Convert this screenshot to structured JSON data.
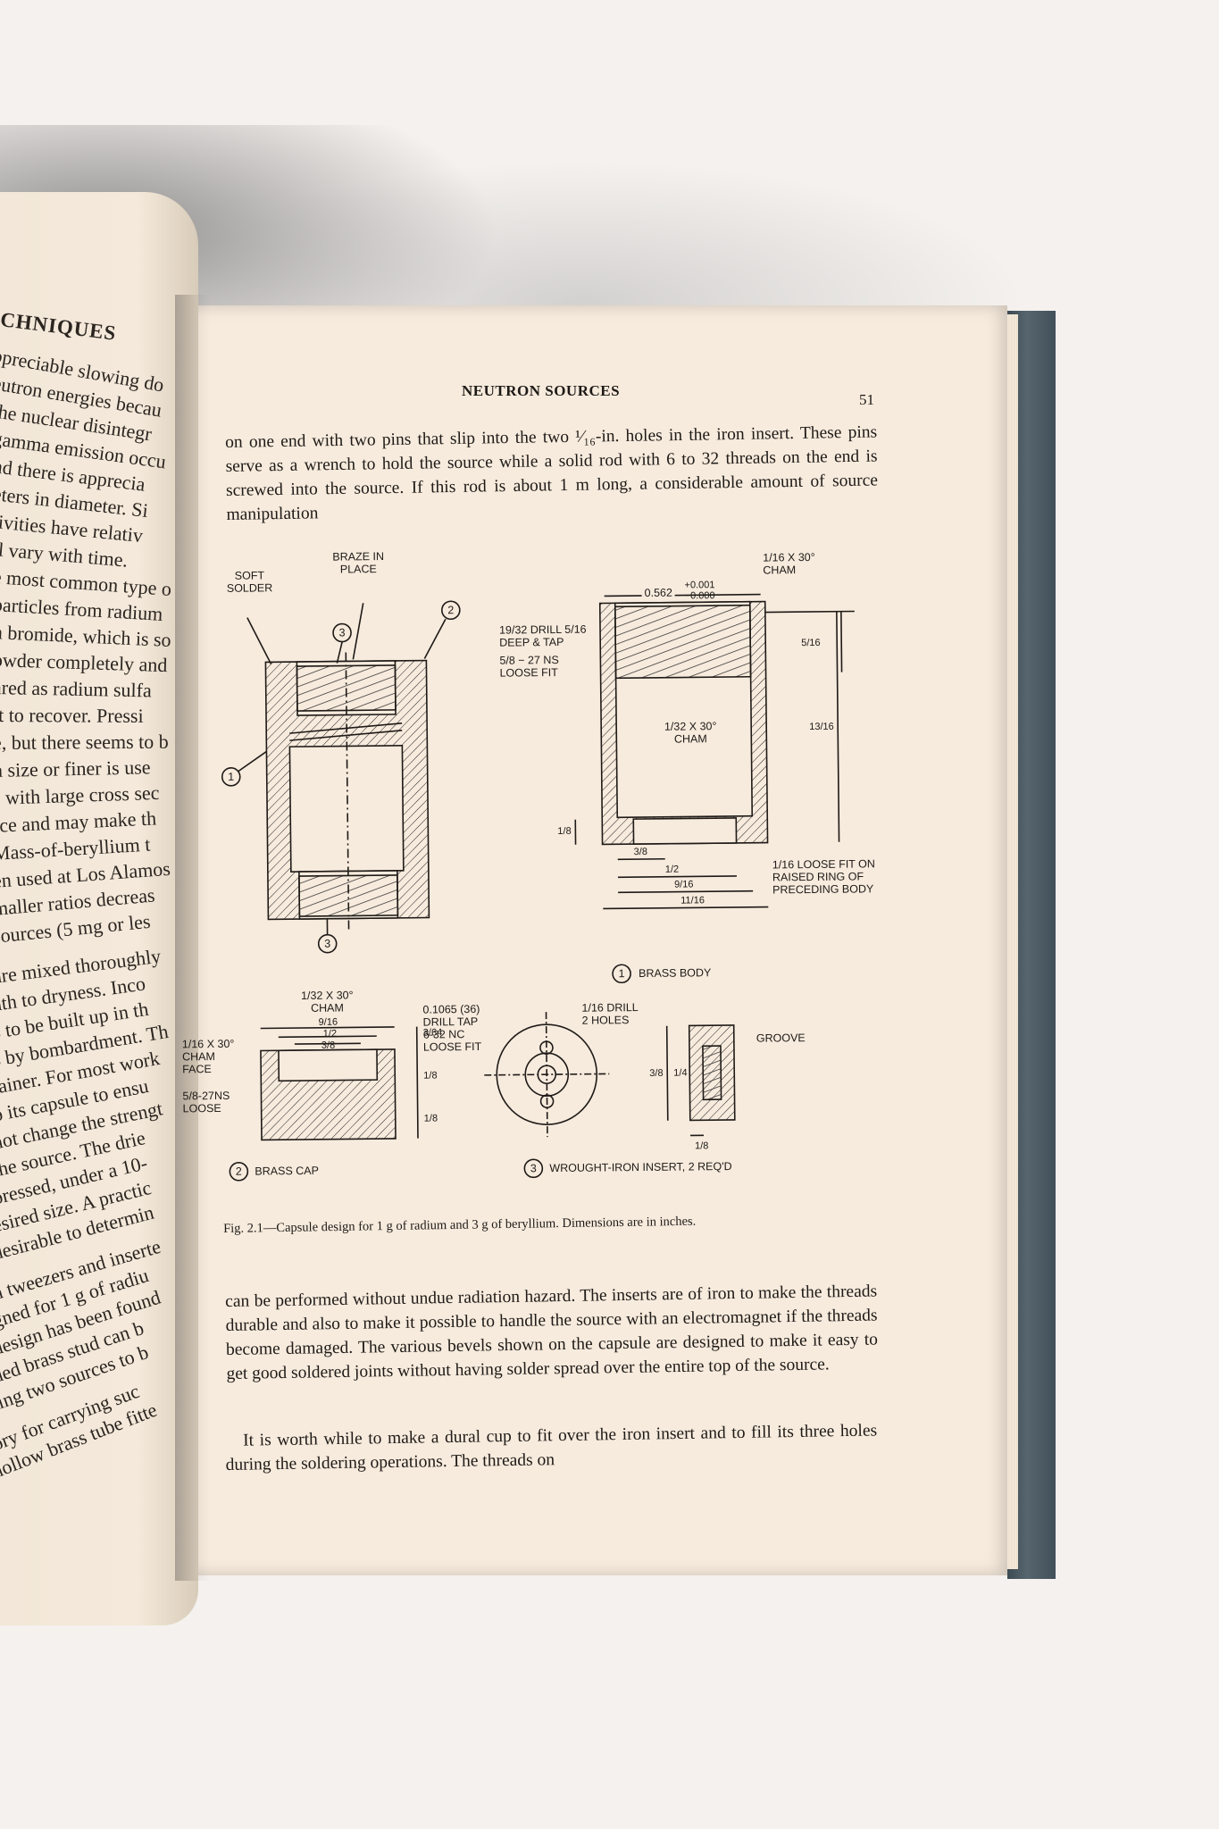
{
  "left_page": {
    "header": "CHNIQUES",
    "lines": [
      "ppreciable slowing do",
      "eutron energies becau",
      "the nuclear disintegr",
      "gamma emission occu",
      "nd there is apprecia",
      "eters in diameter. Si",
      "tivities have relativ",
      "ll vary with time.",
      "e most common type o",
      "particles from radium",
      "n bromide, which is so",
      "owder completely and",
      "ared as radium sulfa",
      "lt to recover. Pressi",
      "e, but there seems to b",
      "n size or finer is use",
      "s with large cross sec",
      "rce and may make th",
      "Mass-of-beryllium t",
      "en used at Los Alamos",
      "maller ratios decreas",
      "sources (5 mg or les",
      "",
      "are mixed thoroughly",
      "ath to dryness. Inco",
      "s to be built up in th",
      "s by bombardment. Th",
      "tainer. For most work",
      "o its capsule to ensu",
      "not change the strengt",
      "the source. The drie",
      "pressed, under a 10-",
      "esired size. A practic",
      "desirable to determin",
      "",
      "n tweezers and inserte",
      "gned for 1 g of radiu",
      "design has been found",
      "ded brass stud can b",
      "ting two sources to b",
      "",
      "ory for carrying suc",
      "hollow brass tube fitte"
    ]
  },
  "right_page": {
    "running_head": "NEUTRON SOURCES",
    "page_number": "51",
    "para_top": "on one end with two pins that slip into the two ¹⁄₁₆-in. holes in the iron insert. These pins serve as a wrench to hold the source while a solid rod with 6 to 32 threads on the end is screwed into the source. If this rod is about 1 m long, a considerable amount of source manipulation",
    "caption": "Fig. 2.1—Capsule design for 1 g of radium and 3 g of beryllium. Dimensions are in inches.",
    "para_bottom_1": "can be performed without undue radiation hazard. The inserts are of iron to make the threads durable and also to make it possible to handle the source with an electromagnet if the threads become damaged. The various bevels shown on the capsule are designed to make it easy to get good soldered joints without having solder spread over the entire top of the source.",
    "para_bottom_2": "It is worth while to make a dural cup to fit over the iron insert and to fill its three holes during the soldering operations. The threads on"
  },
  "figure": {
    "assembly": {
      "soft_solder": "SOFT\nSOLDER",
      "braze": "BRAZE IN\nPLACE",
      "callout_3_top": "3",
      "callout_2": "2",
      "callout_1": "1",
      "callout_3_bottom": "3"
    },
    "brass_body": {
      "dim_top": "0.562",
      "tol_plus": "+0.001",
      "tol_minus": "−0.000",
      "cham_top": "1/16 X 30°\nCHAM",
      "drill": "19/32 DRILL 5/16\nDEEP & TAP",
      "thread": "5/8 − 27 NS\nLOOSE FIT",
      "cham_inner": "1/32 X 30°\nCHAM",
      "dim_5_16": "5/16",
      "dim_13_16": "13/16",
      "dim_1_8": "1/8",
      "dim_3_8": "3/8",
      "dim_1_2": "1/2",
      "dim_9_16": "9/16",
      "dim_11_16": "11/16",
      "loose_fit": "1/16 LOOSE FIT ON\nRAISED RING OF\nPRECEDING BODY",
      "callout": "1",
      "title": "BRASS BODY"
    },
    "brass_cap": {
      "cham_top": "1/32 X 30°\nCHAM",
      "cham_face": "1/16 X 30°\nCHAM\nFACE",
      "thread": "5/8-27NS\nLOOSE",
      "dim_9_16": "9/16",
      "dim_1_2": "1/2",
      "dim_3_8": "3/8",
      "dim_3_64": "3/64",
      "dim_1_8_a": "1/8",
      "dim_1_8_b": "1/8",
      "callout": "2",
      "title": "BRASS CAP"
    },
    "insert": {
      "drill_tap": "0.1065 (36)\nDRILL TAP\n6-32 NC\nLOOSE FIT",
      "drill_holes": "1/16 DRILL\n2 HOLES",
      "groove": "GROOVE",
      "dim_3_8": "3/8",
      "dim_1_4": "1/4",
      "dim_1_8": "1/8",
      "callout": "3",
      "title": "WROUGHT-IRON INSERT, 2 REQ'D"
    }
  },
  "colors": {
    "page": "#f7ebdd",
    "ink": "#1e1a17",
    "cover": "#4a5860"
  }
}
